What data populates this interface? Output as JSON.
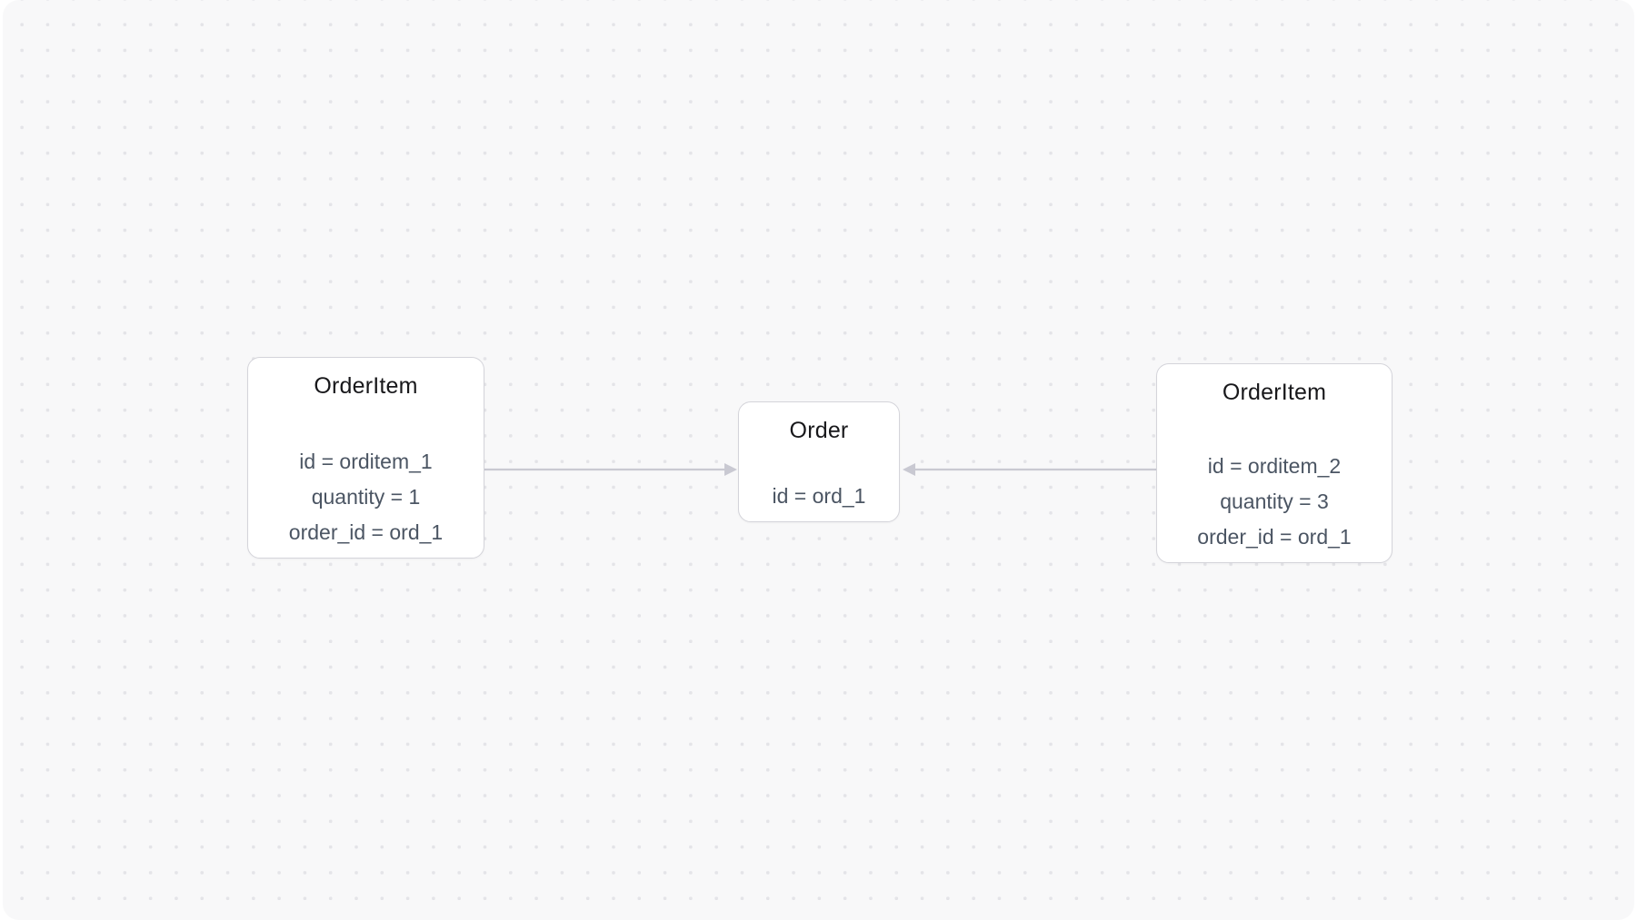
{
  "canvas": {
    "kind": "entity-graph-canvas"
  },
  "nodes": [
    {
      "id": "orditem_1",
      "title": "OrderItem",
      "attrs": [
        "id = orditem_1",
        "quantity = 1",
        "order_id = ord_1"
      ]
    },
    {
      "id": "ord_1",
      "title": "Order",
      "attrs": [
        "id = ord_1"
      ]
    },
    {
      "id": "orditem_2",
      "title": "OrderItem",
      "attrs": [
        "id = orditem_2",
        "quantity = 3",
        "order_id = ord_1"
      ]
    }
  ],
  "edges": [
    {
      "from": "orditem_1",
      "to": "ord_1",
      "arrow": "right"
    },
    {
      "from": "orditem_2",
      "to": "ord_1",
      "arrow": "left"
    }
  ],
  "colors": {
    "canvas_bg": "#f8f8f9",
    "dot": "#e4e4e8",
    "node_bg": "#ffffff",
    "node_border": "#d4d4da",
    "edge": "#c9c9d2",
    "title_text": "#18181b",
    "attr_text": "#4b5563"
  }
}
